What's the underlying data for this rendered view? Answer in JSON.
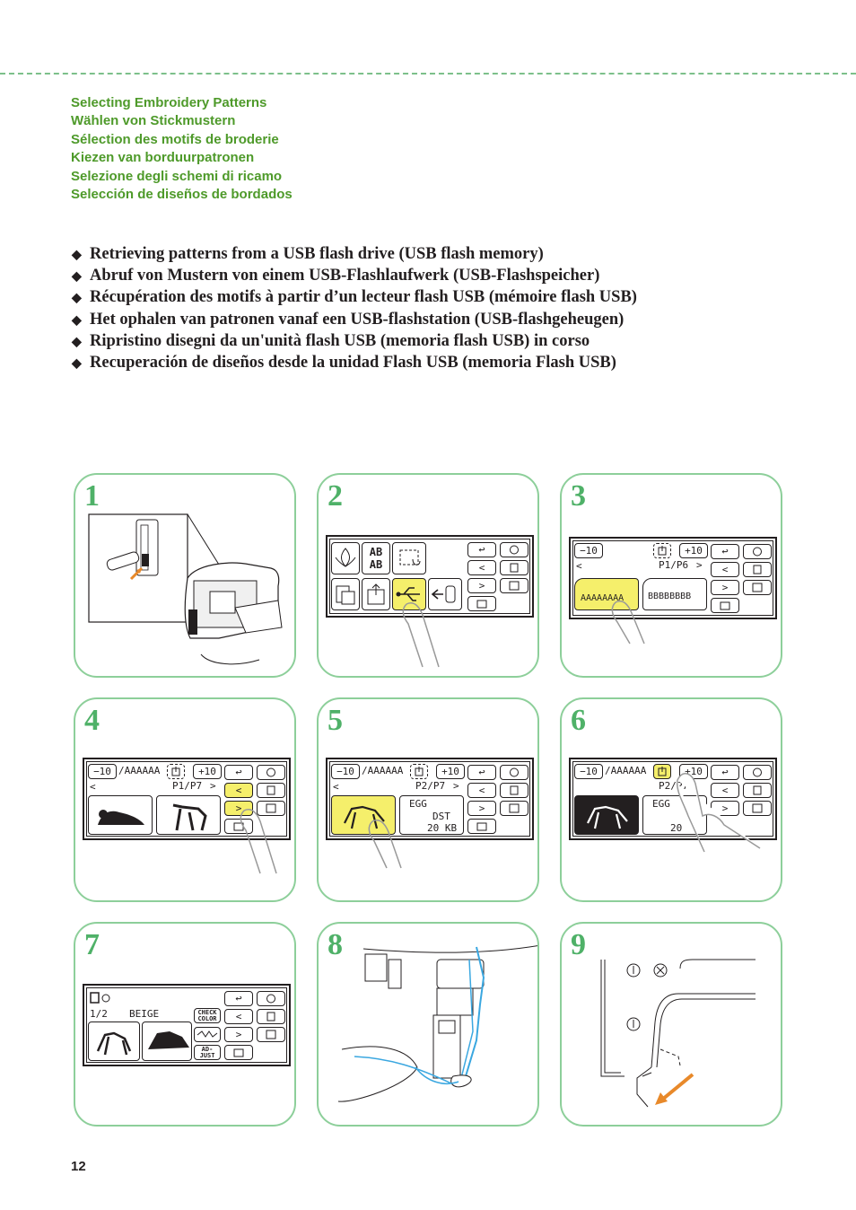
{
  "subtitles": [
    "Selecting Embroidery Patterns",
    "Wählen von Stickmustern",
    "Sélection des motifs de broderie",
    "Kiezen van borduurpatronen",
    "Selezione degli schemi di ricamo",
    "Selección de diseños de bordados"
  ],
  "headings": [
    "Retrieving patterns from a USB flash drive (USB flash memory)",
    "Abruf von Mustern von einem USB-Flashlaufwerk (USB-Flashspeicher)",
    "Récupération des motifs à partir d’un lecteur flash USB (mémoire flash USB)",
    "Het ophalen van patronen vanaf een USB-flashstation (USB-flashgeheugen)",
    "Ripristino disegni da un'unità flash USB (memoria flash USB) in corso",
    "Recuperación de diseños desde la unidad Flash USB (memoria Flash USB)"
  ],
  "bullet": "◆",
  "steps": [
    "1",
    "2",
    "3",
    "4",
    "5",
    "6",
    "7",
    "8",
    "9"
  ],
  "screen3": {
    "minus": "−10",
    "plus": "+10",
    "page": "P1/P6",
    "left": "<",
    "right": ">",
    "folder_a": "AAAAAAAA",
    "folder_b": "BBBBBBBB"
  },
  "screen4": {
    "minus": "−10",
    "plus": "+10",
    "path": "/AAAAAA",
    "page": "P1/P7",
    "left": "<",
    "right": ">"
  },
  "screen5": {
    "minus": "−10",
    "plus": "+10",
    "path": "/AAAAAA",
    "page": "P2/P7",
    "left": "<",
    "right": ">",
    "name": "EGG",
    "format": "DST",
    "size": "20 KB"
  },
  "screen6": {
    "minus": "−10",
    "plus": "+10",
    "path": "/AAAAAA",
    "page": "P2/P7",
    "name": "EGG",
    "size": "20"
  },
  "screen7": {
    "counter": "1/2",
    "color": "BEIGE",
    "check_l1": "CHECK",
    "check_l2": "COLOR",
    "adjust_l1": "AD-",
    "adjust_l2": "JUST"
  },
  "side_buttons": {
    "back": "↩",
    "prev": "<",
    "next": ">"
  },
  "colors": {
    "accent_green": "#4fb168",
    "subtitle_green": "#4e9a2a",
    "highlight_yellow": "#f5ef6b",
    "arrow_orange": "#e8892a"
  },
  "page_number": "12"
}
